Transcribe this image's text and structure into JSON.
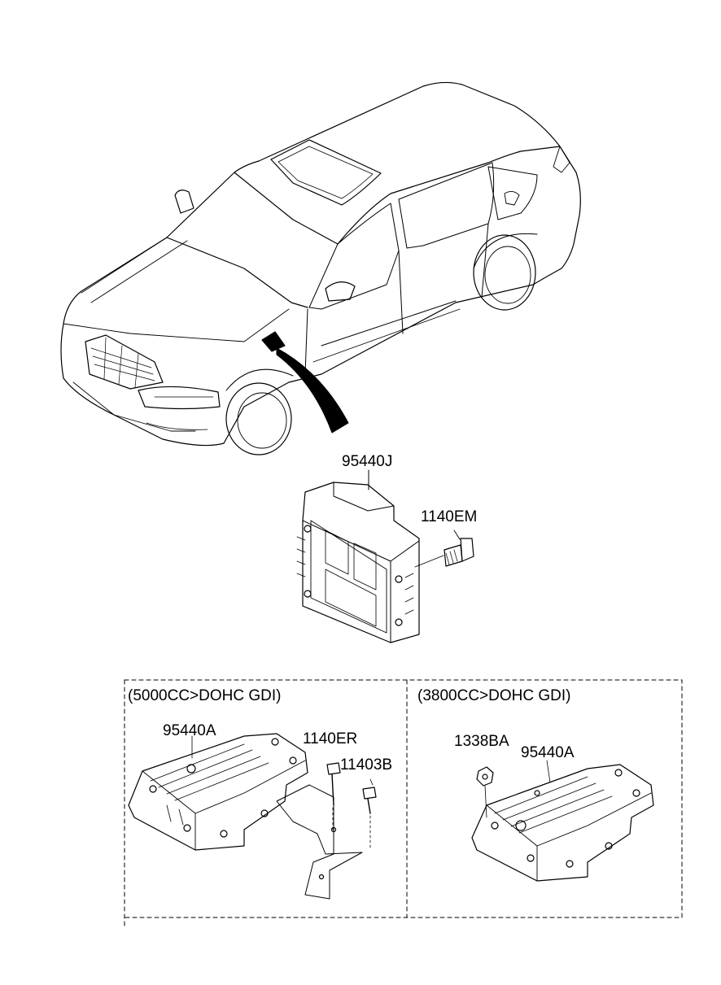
{
  "parts": {
    "main_ecu": "95440J",
    "main_bolt": "1140EM",
    "left_ecu": "95440A",
    "left_bolt": "1140ER",
    "left_bolt2": "11403B",
    "right_nut": "1338BA",
    "right_ecu": "95440A"
  },
  "sections": {
    "left_header": "(5000CC>DOHC GDI)",
    "right_header": "(3800CC>DOHC GDI)"
  }
}
